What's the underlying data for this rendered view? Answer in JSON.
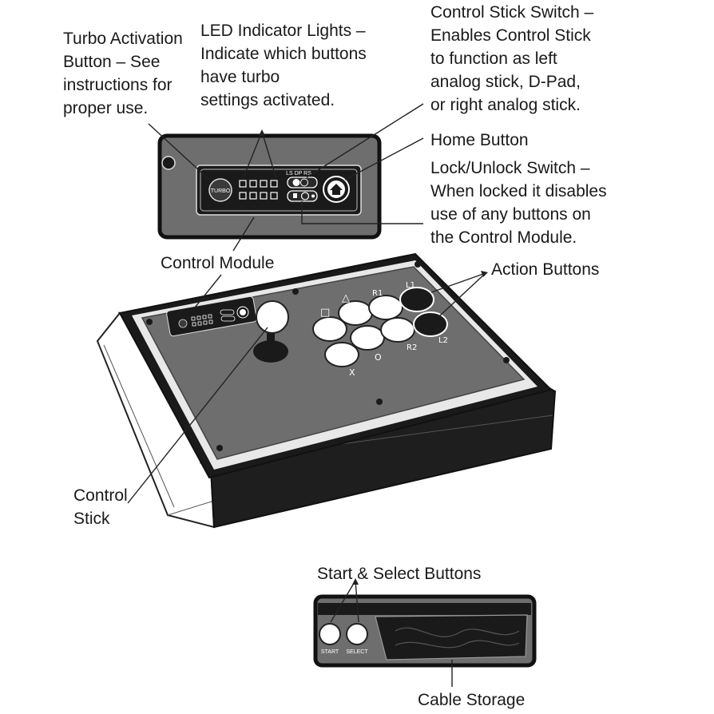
{
  "labels": {
    "turbo_activation": "Turbo Activation\nButton – See\ninstructions for\nproper use.",
    "led_indicator": "LED Indicator Lights –\nIndicate which buttons\nhave turbo\nsettings activated.",
    "control_stick_switch": "Control Stick Switch –\nEnables Control Stick\nto function as left\nanalog stick, D-Pad,\nor right analog stick.",
    "home_button": "Home Button",
    "lock_unlock": "Lock/Unlock Switch –\nWhen locked it disables\nuse of any buttons on\nthe Control Module.",
    "control_module": "Control Module",
    "action_buttons": "Action Buttons",
    "control_stick": "Control\nStick",
    "start_select": "Start & Select Buttons",
    "cable_storage": "Cable Storage"
  },
  "panel_text": {
    "turbo": "TURBO",
    "switch_modes": "LS DP RS",
    "start": "START",
    "select": "SELECT"
  },
  "button_glyphs": {
    "square": "□",
    "triangle": "△",
    "r1": "R1",
    "l1": "L1",
    "circle": "O",
    "cross": "X",
    "r2": "R2",
    "l2": "L2"
  },
  "colors": {
    "panel": "#6e6e6e",
    "body": "#1e1e1e",
    "outline": "#111111"
  }
}
